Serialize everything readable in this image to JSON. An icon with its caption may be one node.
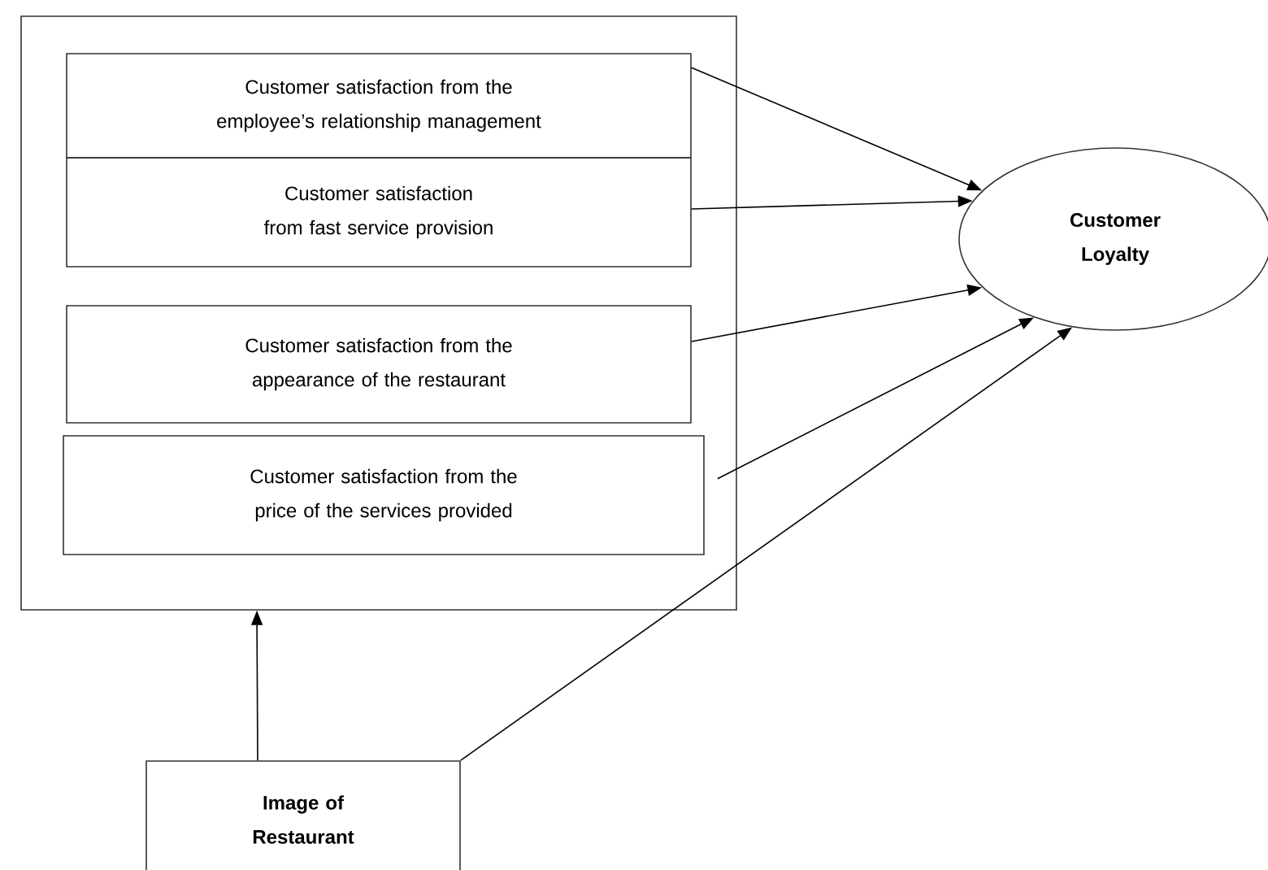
{
  "diagram": {
    "nodes": [
      {
        "text": [],
        "shape": "box"
      },
      {
        "text": [
          "Customer satisfaction from the employee’s relationship management"
        ],
        "in": 0
      },
      {
        "text": [
          "Customer satisfaction from fast service provision"
        ],
        "in": 0
      },
      {
        "text": [
          "Customer satisfaction from the appearance of the restaurant"
        ],
        "in": 0
      },
      {
        "text": [
          "Customer satisfaction from the price of the services provided"
        ],
        "in": 0
      },
      {
        "text": [
          "Customer Loyalty"
        ]
      },
      {
        "text": [
          "Image of Restaurant"
        ]
      }
    ],
    "edges": [
      {
        "from": 1,
        "to": 5,
        "arrow": "to"
      },
      {
        "from": 2,
        "to": 5,
        "arrow": "to"
      },
      {
        "from": 3,
        "to": 5,
        "arrow": "to"
      },
      {
        "from": 4,
        "to": 5,
        "arrow": "to"
      },
      {
        "from": 6,
        "to": 0,
        "arrow": "to"
      },
      {
        "from": 6,
        "to": 5,
        "arrow": "to"
      }
    ]
  }
}
